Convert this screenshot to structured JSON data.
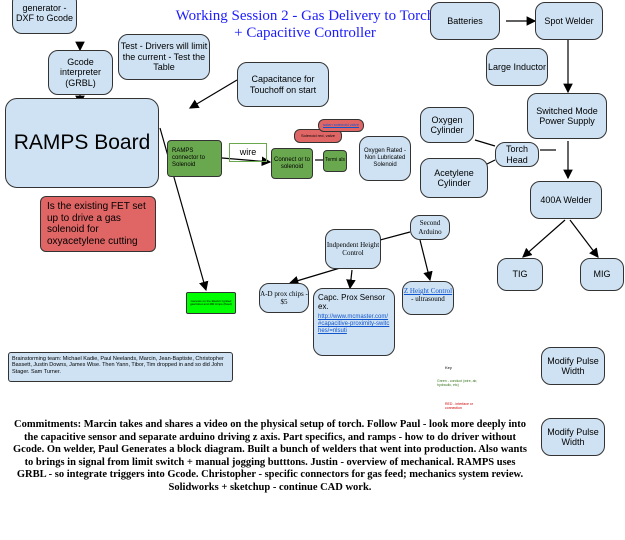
{
  "title": "Working Session 2 - Gas Delivery to Torch + Capacitive Controller",
  "nodes": {
    "generator": "generator - DXF to Gcode",
    "gcode": "Gcode interpreter (GRBL)",
    "test_drivers": "Test - Drivers will limit the current - Test the Table",
    "capacitance": "Capacitance for Touchoff on start",
    "ramps": "RAMPS Board",
    "ramps_connector": "RAMPS connector to Solenoid",
    "wire": "wire",
    "connect_solenoid": "Connect or to solenoid",
    "solenoid_red": "Solenoid red, valve",
    "terminals": "Termi als",
    "solenoid_link": "solen solenoid valve",
    "oxygen_solenoid": "Oxygen Rated - Non Lubricated Solenoid",
    "fet": "Is the existing FET set up to drive a gas solenoid for oxyacetylene cutting",
    "batteries": "Batteries",
    "spot_welder": "Spot Welder",
    "large_inductor": "Large Inductor",
    "smps": "Switched Mode Power Supply",
    "oxygen_cylinder": "Oxygen Cylinder",
    "torch_head": "Torch Head",
    "acetylene": "Acetylene Cylinder",
    "welder_400a": "400A Welder",
    "tig": "TIG",
    "mig": "MIG",
    "second_arduino": "Second Arduino",
    "independent_height": "Indpendent Height Control",
    "ad_prox": "A-D prox chips - $5",
    "capc_prox_title": "Capc. Prox Sensor ex.",
    "capc_prox_link": "http://www.mcmaster.com/#capacitive-proximity-switches/=nlsuti",
    "z_height_link": "Z Height Control",
    "z_height_suffix": " - ultrasound",
    "green_small": "Genesis on the Electric Ignited gas/robot and 490 Amps (fixed)",
    "modify_pulse_1": "Modify Pulse Width",
    "modify_pulse_2": "Modify Pulse Width"
  },
  "key": {
    "heading": "Key",
    "green_line": "Green - conduct (wire, air, hydraulic, etc)",
    "red_line": "RED - interface or connection"
  },
  "brainstorm": "Brainstorming team: Michael Kadie, Paul Neelands, Marcin, Jean-Baptiste, Christopher Bassett, Justin Downs, James Wise. Then Yann, Tibor, Tim dropped in and so did John Stager. Sam Turner.",
  "commitments": "Commitments: Marcin takes and shares a video on the physical setup of torch. Follow Paul - look more deeply into the capacitive sensor and separate arduino driving z axis. Part specifics, and ramps - how to do driver without Gcode. On welder, Paul Generates a block diagram. Built a bunch of welders that went into production. Also wants to brings in signal from limit switch + manual jogging butttons. Justin - overview of mechanical. RAMPS uses GRBL - so integrate triggers into Gcode. Christopher - specific connectors for gas feed; mechanics system review. Solidworks + sketchup - continue CAD work.",
  "colors": {
    "blue_fill": "#cfe2f3",
    "green_fill": "#6aa84f",
    "red_fill": "#e06666",
    "bright_green": "#00ff00",
    "title_color": "#1c1cff"
  }
}
